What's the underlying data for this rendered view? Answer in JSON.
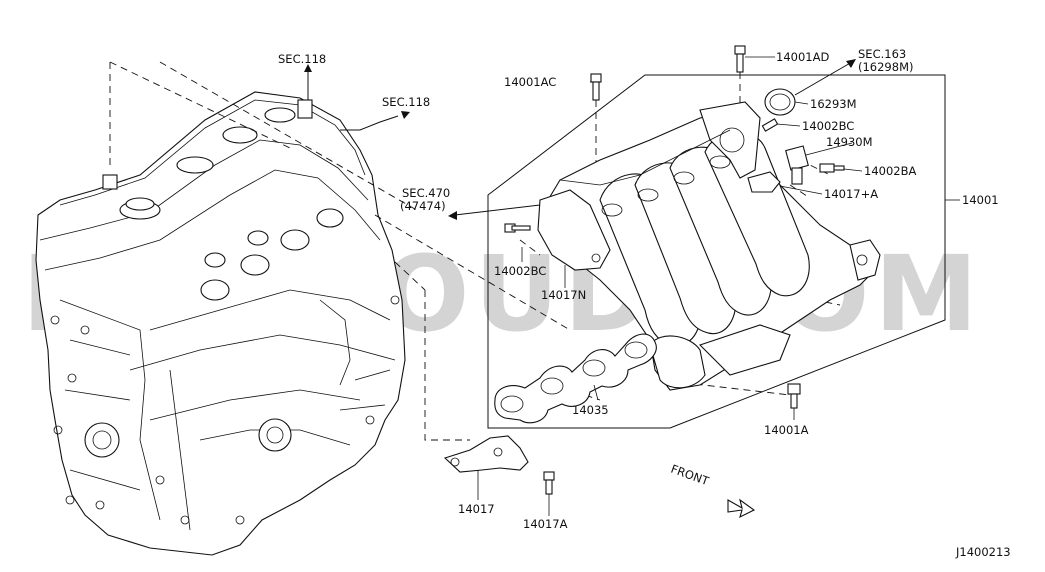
{
  "watermark": "MARSOUD.COM",
  "diagram_id": "J1400213",
  "front_label": "FRONT",
  "labels": {
    "sec118_top": "SEC.118",
    "sec118_right": "SEC.118",
    "sec470": "SEC.470",
    "sec470_sub": "(47474)",
    "sec163": "SEC.163",
    "sec163_sub": "(16298M)",
    "p14001AD": "14001AD",
    "p14001AC": "14001AC",
    "p16293M": "16293M",
    "p14002BC_top": "14002BC",
    "p14930M": "14930M",
    "p14002BA": "14002BA",
    "p14017A_plus": "14017+A",
    "p14001": "14001",
    "p14002BC_left": "14002BC",
    "p14017N": "14017N",
    "p14035": "14035",
    "p14001A": "14001A",
    "p14017": "14017",
    "p14017A": "14017A"
  }
}
